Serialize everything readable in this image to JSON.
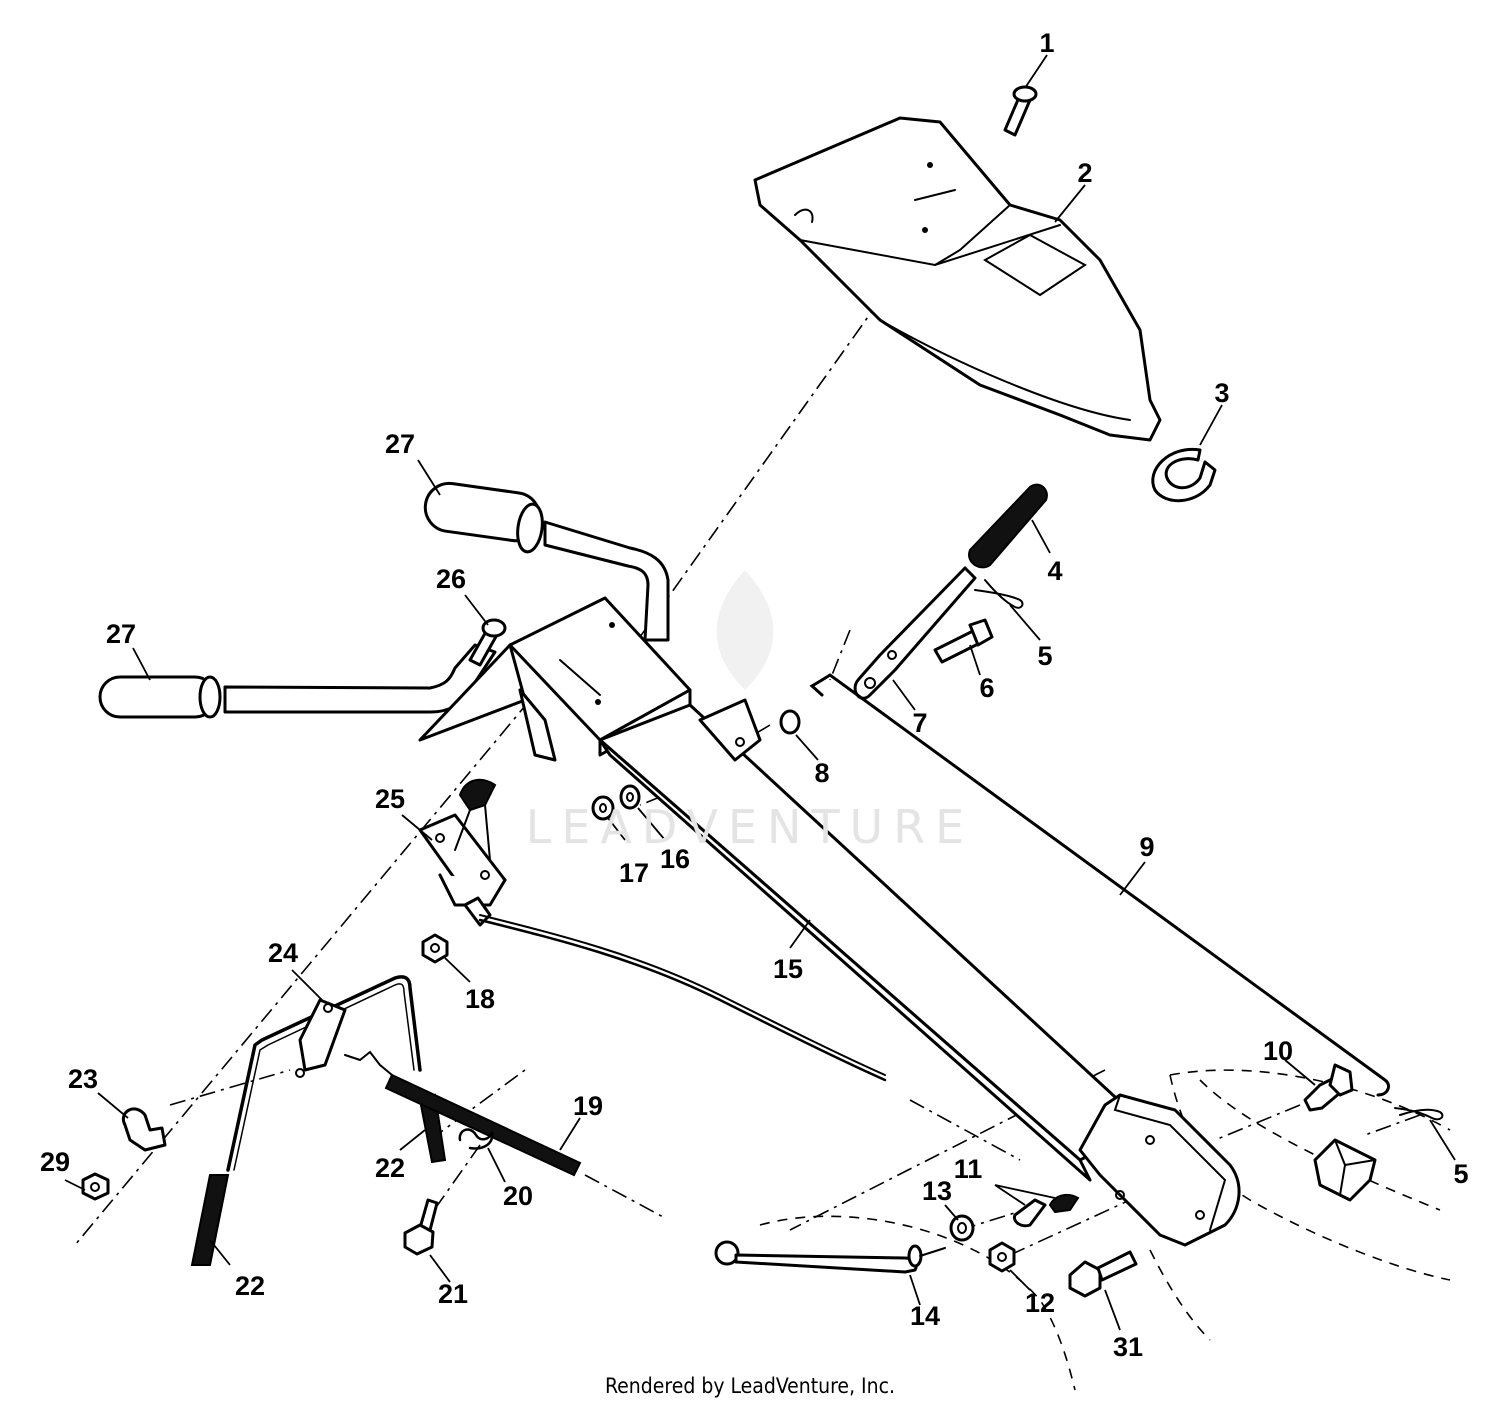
{
  "watermark": "LEADVENTURE",
  "credit": "Rendered by LeadVenture, Inc.",
  "callouts": [
    {
      "label": "1"
    },
    {
      "label": "2"
    },
    {
      "label": "3"
    },
    {
      "label": "4"
    },
    {
      "label": "5"
    },
    {
      "label": "6"
    },
    {
      "label": "7"
    },
    {
      "label": "8"
    },
    {
      "label": "9"
    },
    {
      "label": "10"
    },
    {
      "label": "11"
    },
    {
      "label": "12"
    },
    {
      "label": "13"
    },
    {
      "label": "14"
    },
    {
      "label": "15"
    },
    {
      "label": "16"
    },
    {
      "label": "17"
    },
    {
      "label": "18"
    },
    {
      "label": "19"
    },
    {
      "label": "20"
    },
    {
      "label": "21"
    },
    {
      "label": "22"
    },
    {
      "label": "22"
    },
    {
      "label": "23"
    },
    {
      "label": "24"
    },
    {
      "label": "25"
    },
    {
      "label": "26"
    },
    {
      "label": "27"
    },
    {
      "label": "27"
    },
    {
      "label": "29"
    },
    {
      "label": "31"
    },
    {
      "label": "5"
    }
  ]
}
